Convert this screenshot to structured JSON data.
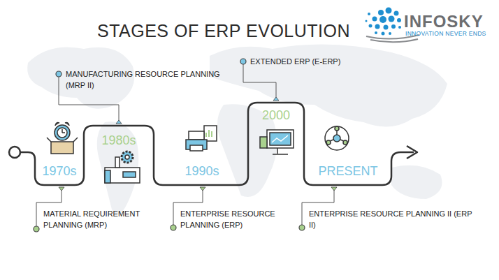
{
  "diagram": {
    "title": "STAGES OF ERP EVOLUTION",
    "labels": [
      "INFOSKY",
      "INNOVATION NEVER ENDS",
      "1970s",
      "MATERIAL REQUIREMENT PLANNING (MRP)",
      "1980s",
      "MANUFACTURING RESOURCE PLANNING (MRP II)",
      "1990s",
      "ENTERPRISE RESOURCE PLANNING (ERP)",
      "2000",
      "EXTENDED ERP (E-ERP)",
      "PRESENT",
      "ENTERPRISE RESOURCE PLANNING II (ERP II)"
    ]
  }
}
